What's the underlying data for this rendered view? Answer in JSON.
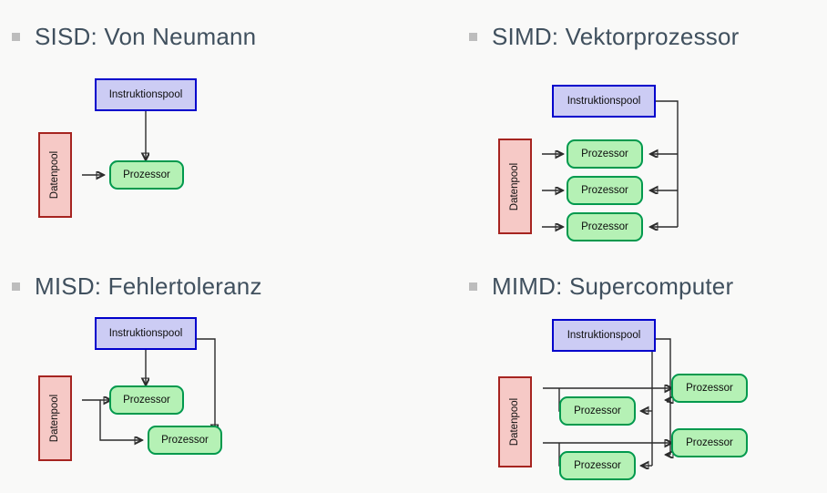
{
  "slide": {
    "background_color": "#f9f9f8",
    "bullet_color": "#bdbdbd",
    "heading_color": "#40505e"
  },
  "palette": {
    "instruction_fill": "#ccccf4",
    "instruction_border": "#0000cc",
    "processor_fill": "#b5f1b5",
    "processor_border": "#00994d",
    "data_fill": "#f6c9c6",
    "data_border": "#a62420",
    "wire": "#2b2b2b"
  },
  "labels": {
    "instruction_pool": "Instruktionspool",
    "processor": "Prozessor",
    "data_pool": "Datenpool"
  },
  "quadrants": [
    {
      "id": "sisd",
      "heading": "SISD: Von Neumann",
      "instruction_pools": 1,
      "processors": 1,
      "data_pools": 1
    },
    {
      "id": "simd",
      "heading": "SIMD: Vektorprozessor",
      "instruction_pools": 1,
      "processors": 3,
      "data_pools": 1
    },
    {
      "id": "misd",
      "heading": "MISD: Fehlertoleranz",
      "instruction_pools": 1,
      "processors": 2,
      "data_pools": 1
    },
    {
      "id": "mimd",
      "heading": "MIMD: Supercomputer",
      "instruction_pools": 1,
      "processors": 4,
      "data_pools": 1
    }
  ]
}
